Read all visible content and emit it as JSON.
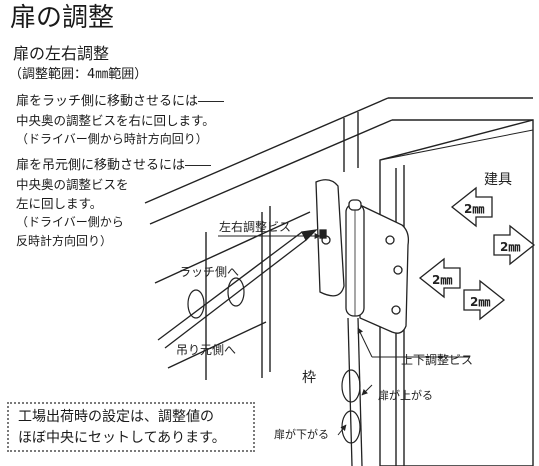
{
  "title": "扉の調整",
  "subtitle": "扉の左右調整",
  "range_note": "（調整範囲：4㎜範囲）",
  "instructions": [
    {
      "heading": "扉をラッチ側に移動させるには――",
      "lines": [
        "中央奥の調整ビスを右に回します。"
      ],
      "note": "（ドライバー側から時計方向回り）"
    },
    {
      "heading": "扉を吊元側に移動させるには――",
      "lines": [
        "中央奥の調整ビスを",
        "左に回します。"
      ],
      "note_lines": [
        "（ドライバー側から",
        "反時計方向回り）"
      ]
    }
  ],
  "factory_note": [
    "工場出荷時の設定は、調整値の",
    "ほぼ中央にセットしてあります。"
  ],
  "labels": {
    "lr_screw": "左右調整ビス",
    "latch_side": "ラッチ側へ",
    "hinge_side": "吊り元側へ",
    "ud_screw": "上下調整ビス",
    "door_up": "扉が上がる",
    "door_down": "扉が下がる",
    "frame": "枠",
    "fixture": "建具",
    "arrow_value": "2㎜"
  }
}
